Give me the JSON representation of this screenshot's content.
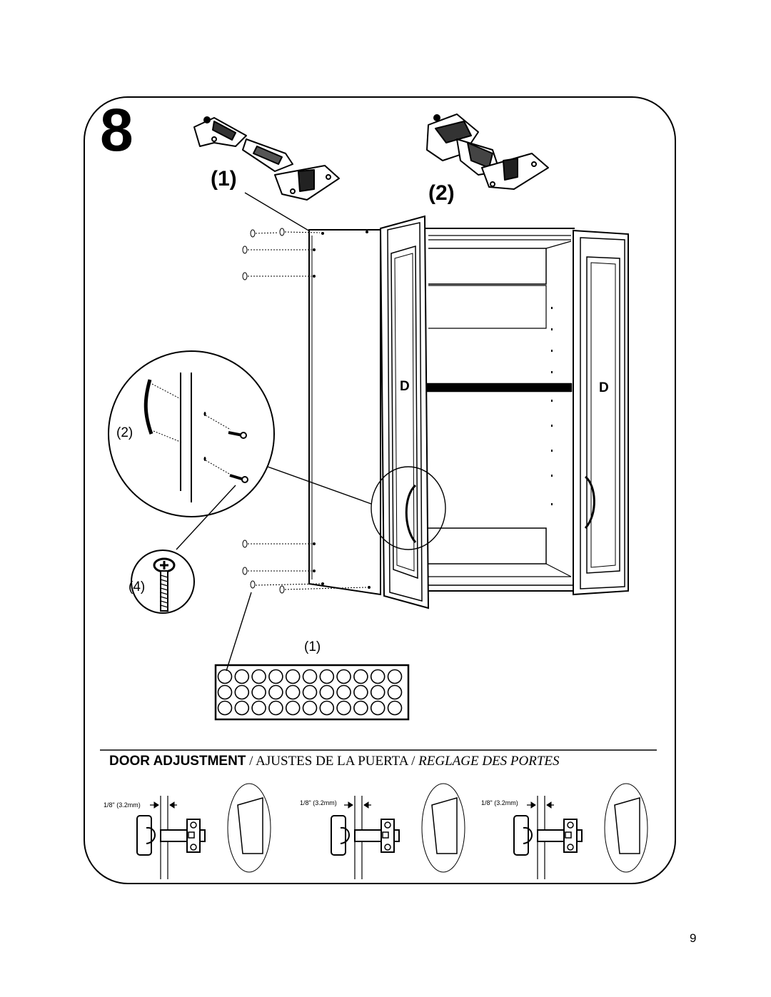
{
  "step": {
    "number": "8"
  },
  "hinges": {
    "type1_label": "(1)",
    "type2_label": "(2)"
  },
  "doors": {
    "left_label": "D",
    "right_label": "D"
  },
  "parts": {
    "handle_qty": "(2)",
    "screw_qty": "(4)",
    "dowel_qty": "(1)"
  },
  "section": {
    "title_en": "DOOR ADJUSTMENT",
    "separator": " / ",
    "title_es": "AJUSTES DE LA PUERTA",
    "title_fr": "REGLAGE DES PORTES"
  },
  "adjustments": [
    {
      "gap_label": "1/8\" (3.2mm)",
      "direction": "side-to-side"
    },
    {
      "gap_label": "1/8\" (3.2mm)",
      "direction": "up-down"
    },
    {
      "gap_label": "1/8\" (3.2mm)",
      "direction": "in-out"
    }
  ],
  "page": {
    "number": "9"
  }
}
